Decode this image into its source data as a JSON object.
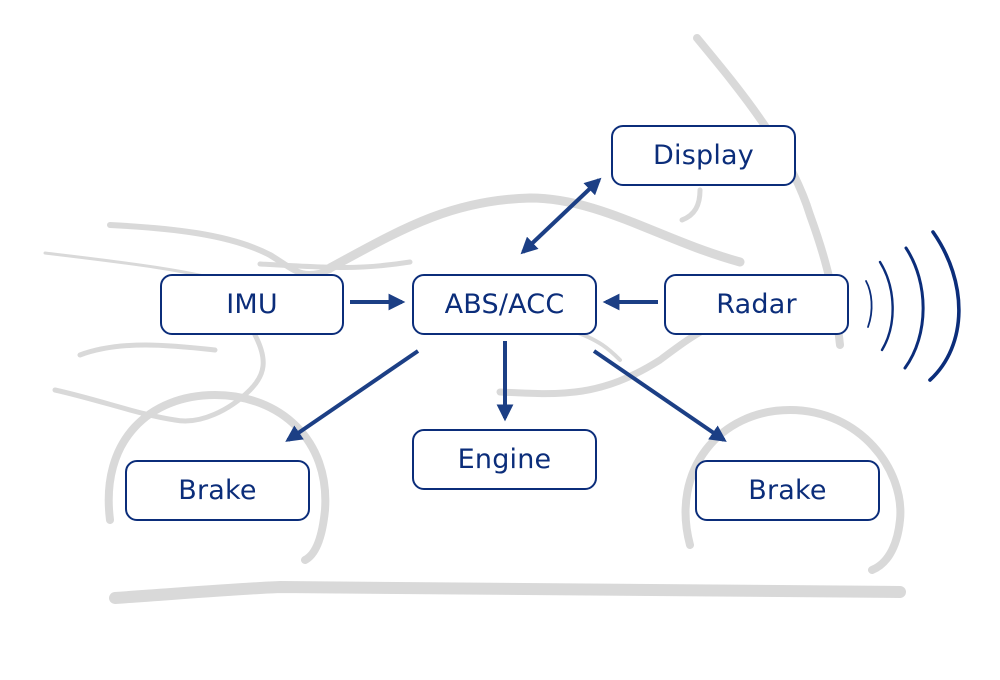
{
  "diagram": {
    "title": "Motorcycle ABS/ACC system architecture",
    "colors": {
      "accent": "#0b2d7a",
      "arrow": "#1c3f85",
      "outline": "#d9d9d9",
      "background": "#ffffff"
    },
    "nodes": {
      "display": "Display",
      "imu": "IMU",
      "abs_acc": "ABS/ACC",
      "radar": "Radar",
      "brake_front": "Brake",
      "engine": "Engine",
      "brake_rear": "Brake"
    },
    "edges": [
      {
        "from": "ABS/ACC",
        "to": "Display",
        "bidirectional": true
      },
      {
        "from": "IMU",
        "to": "ABS/ACC"
      },
      {
        "from": "Radar",
        "to": "ABS/ACC"
      },
      {
        "from": "ABS/ACC",
        "to": "Brake (left)"
      },
      {
        "from": "ABS/ACC",
        "to": "Engine"
      },
      {
        "from": "ABS/ACC",
        "to": "Brake (right)"
      }
    ],
    "icons": [
      "motorcycle-outline",
      "radar-waves-icon"
    ]
  }
}
